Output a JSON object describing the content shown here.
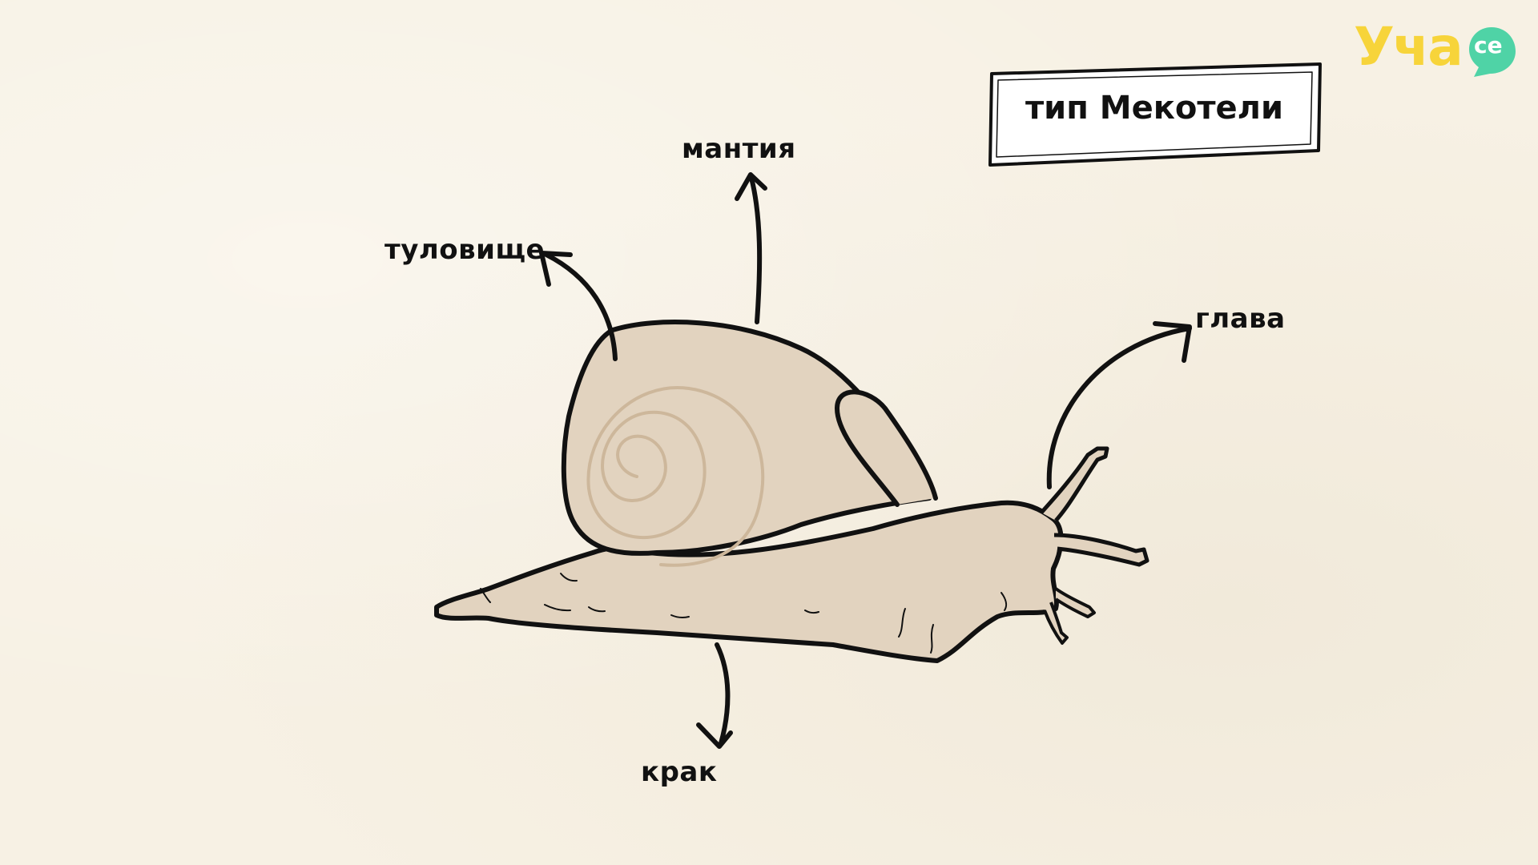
{
  "title": "тип Мекотели",
  "logo": {
    "main_text": "Уча",
    "badge_text": "се",
    "main_color": "#f7d43a",
    "badge_color": "#4fd3a6"
  },
  "labels": {
    "mantle": "мантия",
    "trunk": "туловище",
    "head": "глава",
    "foot": "крак"
  },
  "colors": {
    "background": "#f7f1e4",
    "body_fill": "#e2d3bf",
    "outline": "#111111",
    "spiral": "#cdb79b"
  }
}
